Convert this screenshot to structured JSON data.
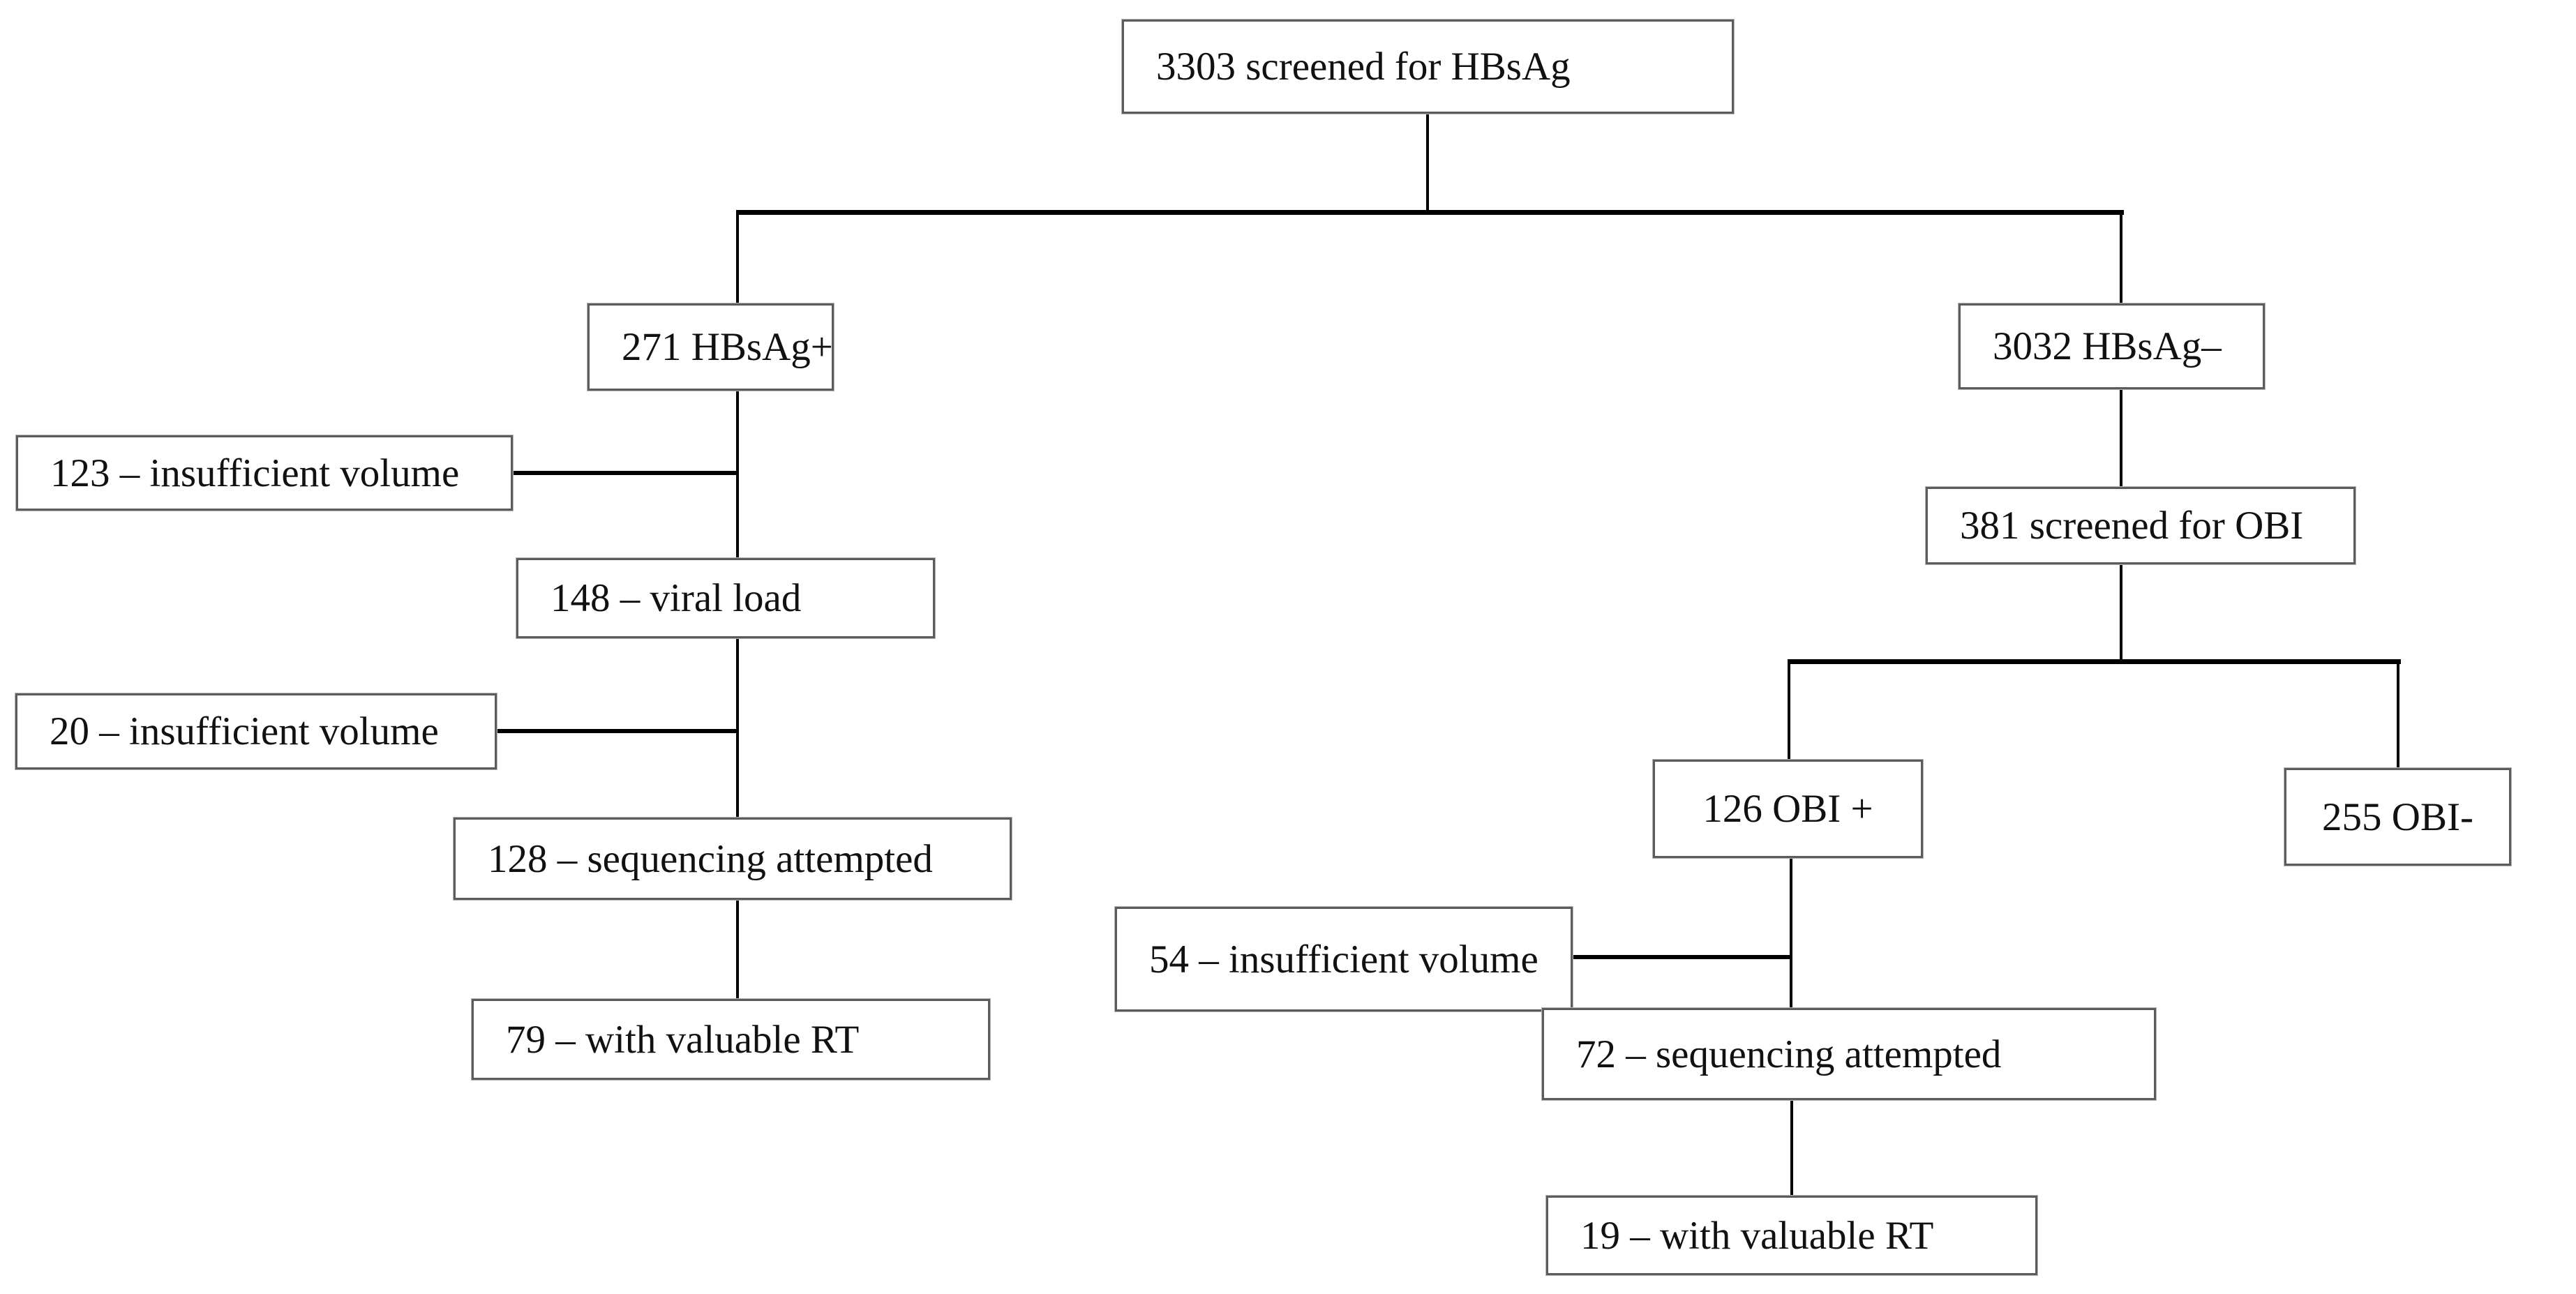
{
  "figure": {
    "type": "flowchart",
    "background_color": "#ffffff",
    "line_color": "#000000",
    "box_border_color": "#5c5c5c",
    "text_color": "#111111"
  },
  "nodes": {
    "screened_hbsag": {
      "label": "3303 screened for HBsAg"
    },
    "hbsag_pos": {
      "label": "271 HBsAg+"
    },
    "hbsag_neg": {
      "label": "3032 HBsAg–"
    },
    "insufficient_123": {
      "label": "123 – insufficient volume"
    },
    "viral_load_148": {
      "label": "148 – viral load"
    },
    "insufficient_20": {
      "label": "20 – insufficient volume"
    },
    "sequencing_128": {
      "label": "128 – sequencing attempted"
    },
    "valuable_rt_79": {
      "label": "79 – with valuable RT"
    },
    "screened_obi": {
      "label": "381 screened for OBI"
    },
    "obi_pos": {
      "label": "126 OBI +"
    },
    "obi_neg": {
      "label": "255 OBI-"
    },
    "insufficient_54": {
      "label": "54 – insufficient volume"
    },
    "sequencing_72": {
      "label": "72 – sequencing attempted"
    },
    "valuable_rt_19": {
      "label": "19 – with valuable RT"
    }
  },
  "edges": [
    {
      "from": "screened_hbsag",
      "to": "hbsag_pos"
    },
    {
      "from": "screened_hbsag",
      "to": "hbsag_neg"
    },
    {
      "from": "hbsag_pos",
      "to": "viral_load_148"
    },
    {
      "from": "insufficient_123",
      "to": "viral_load_148",
      "note": "excluded between hbsag_pos and viral_load_148"
    },
    {
      "from": "viral_load_148",
      "to": "sequencing_128"
    },
    {
      "from": "insufficient_20",
      "to": "sequencing_128",
      "note": "excluded between viral_load_148 and sequencing_128"
    },
    {
      "from": "sequencing_128",
      "to": "valuable_rt_79"
    },
    {
      "from": "hbsag_neg",
      "to": "screened_obi"
    },
    {
      "from": "screened_obi",
      "to": "obi_pos"
    },
    {
      "from": "screened_obi",
      "to": "obi_neg"
    },
    {
      "from": "obi_pos",
      "to": "sequencing_72"
    },
    {
      "from": "insufficient_54",
      "to": "sequencing_72",
      "note": "excluded between obi_pos and sequencing_72"
    },
    {
      "from": "sequencing_72",
      "to": "valuable_rt_19"
    }
  ]
}
